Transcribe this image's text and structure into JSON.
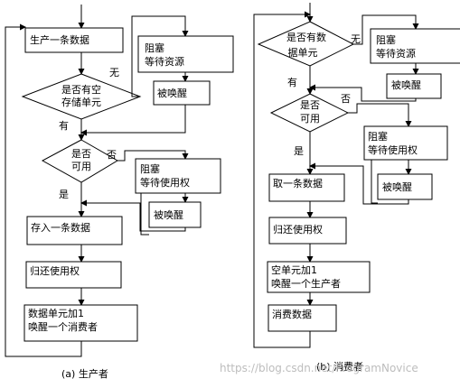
{
  "producer": {
    "caption": "(a)  生产者",
    "produce": "生产一条数据",
    "block_wait_1": [
      "阻塞",
      "等待资源"
    ],
    "woken_1": "被唤醒",
    "check_empty": [
      "是否有空",
      "存储单元"
    ],
    "label_no_1": "无",
    "label_have": "有",
    "check_available": [
      "是否",
      "可用"
    ],
    "label_no_2": "否",
    "label_yes": "是",
    "block_wait_2": [
      "阻塞",
      "等待使用权"
    ],
    "woken_2": "被唤醒",
    "store": "存入一条数据",
    "release": "归还使用权",
    "add_notify": [
      "数据单元加1",
      "唤醒一个消费者"
    ]
  },
  "consumer": {
    "caption": "(b)  消费者",
    "check_data": [
      "是否有数",
      "据单元"
    ],
    "label_no_1": "无",
    "block_wait_1": [
      "阻塞",
      "等待资源"
    ],
    "woken_1": "被唤醒",
    "label_have": "有",
    "check_available": [
      "是否",
      "可用"
    ],
    "label_no_2": "否",
    "label_yes": "是",
    "block_wait_2": [
      "阻塞",
      "等待使用权"
    ],
    "take": "取一条数据",
    "woken_2": "被唤醒",
    "release": "归还使用权",
    "empty_notify": [
      "空单元加1",
      "唤醒一个生产者"
    ],
    "consume": "消费数据"
  },
  "watermark": "https://blog.csdn.net/ProgramNovice"
}
